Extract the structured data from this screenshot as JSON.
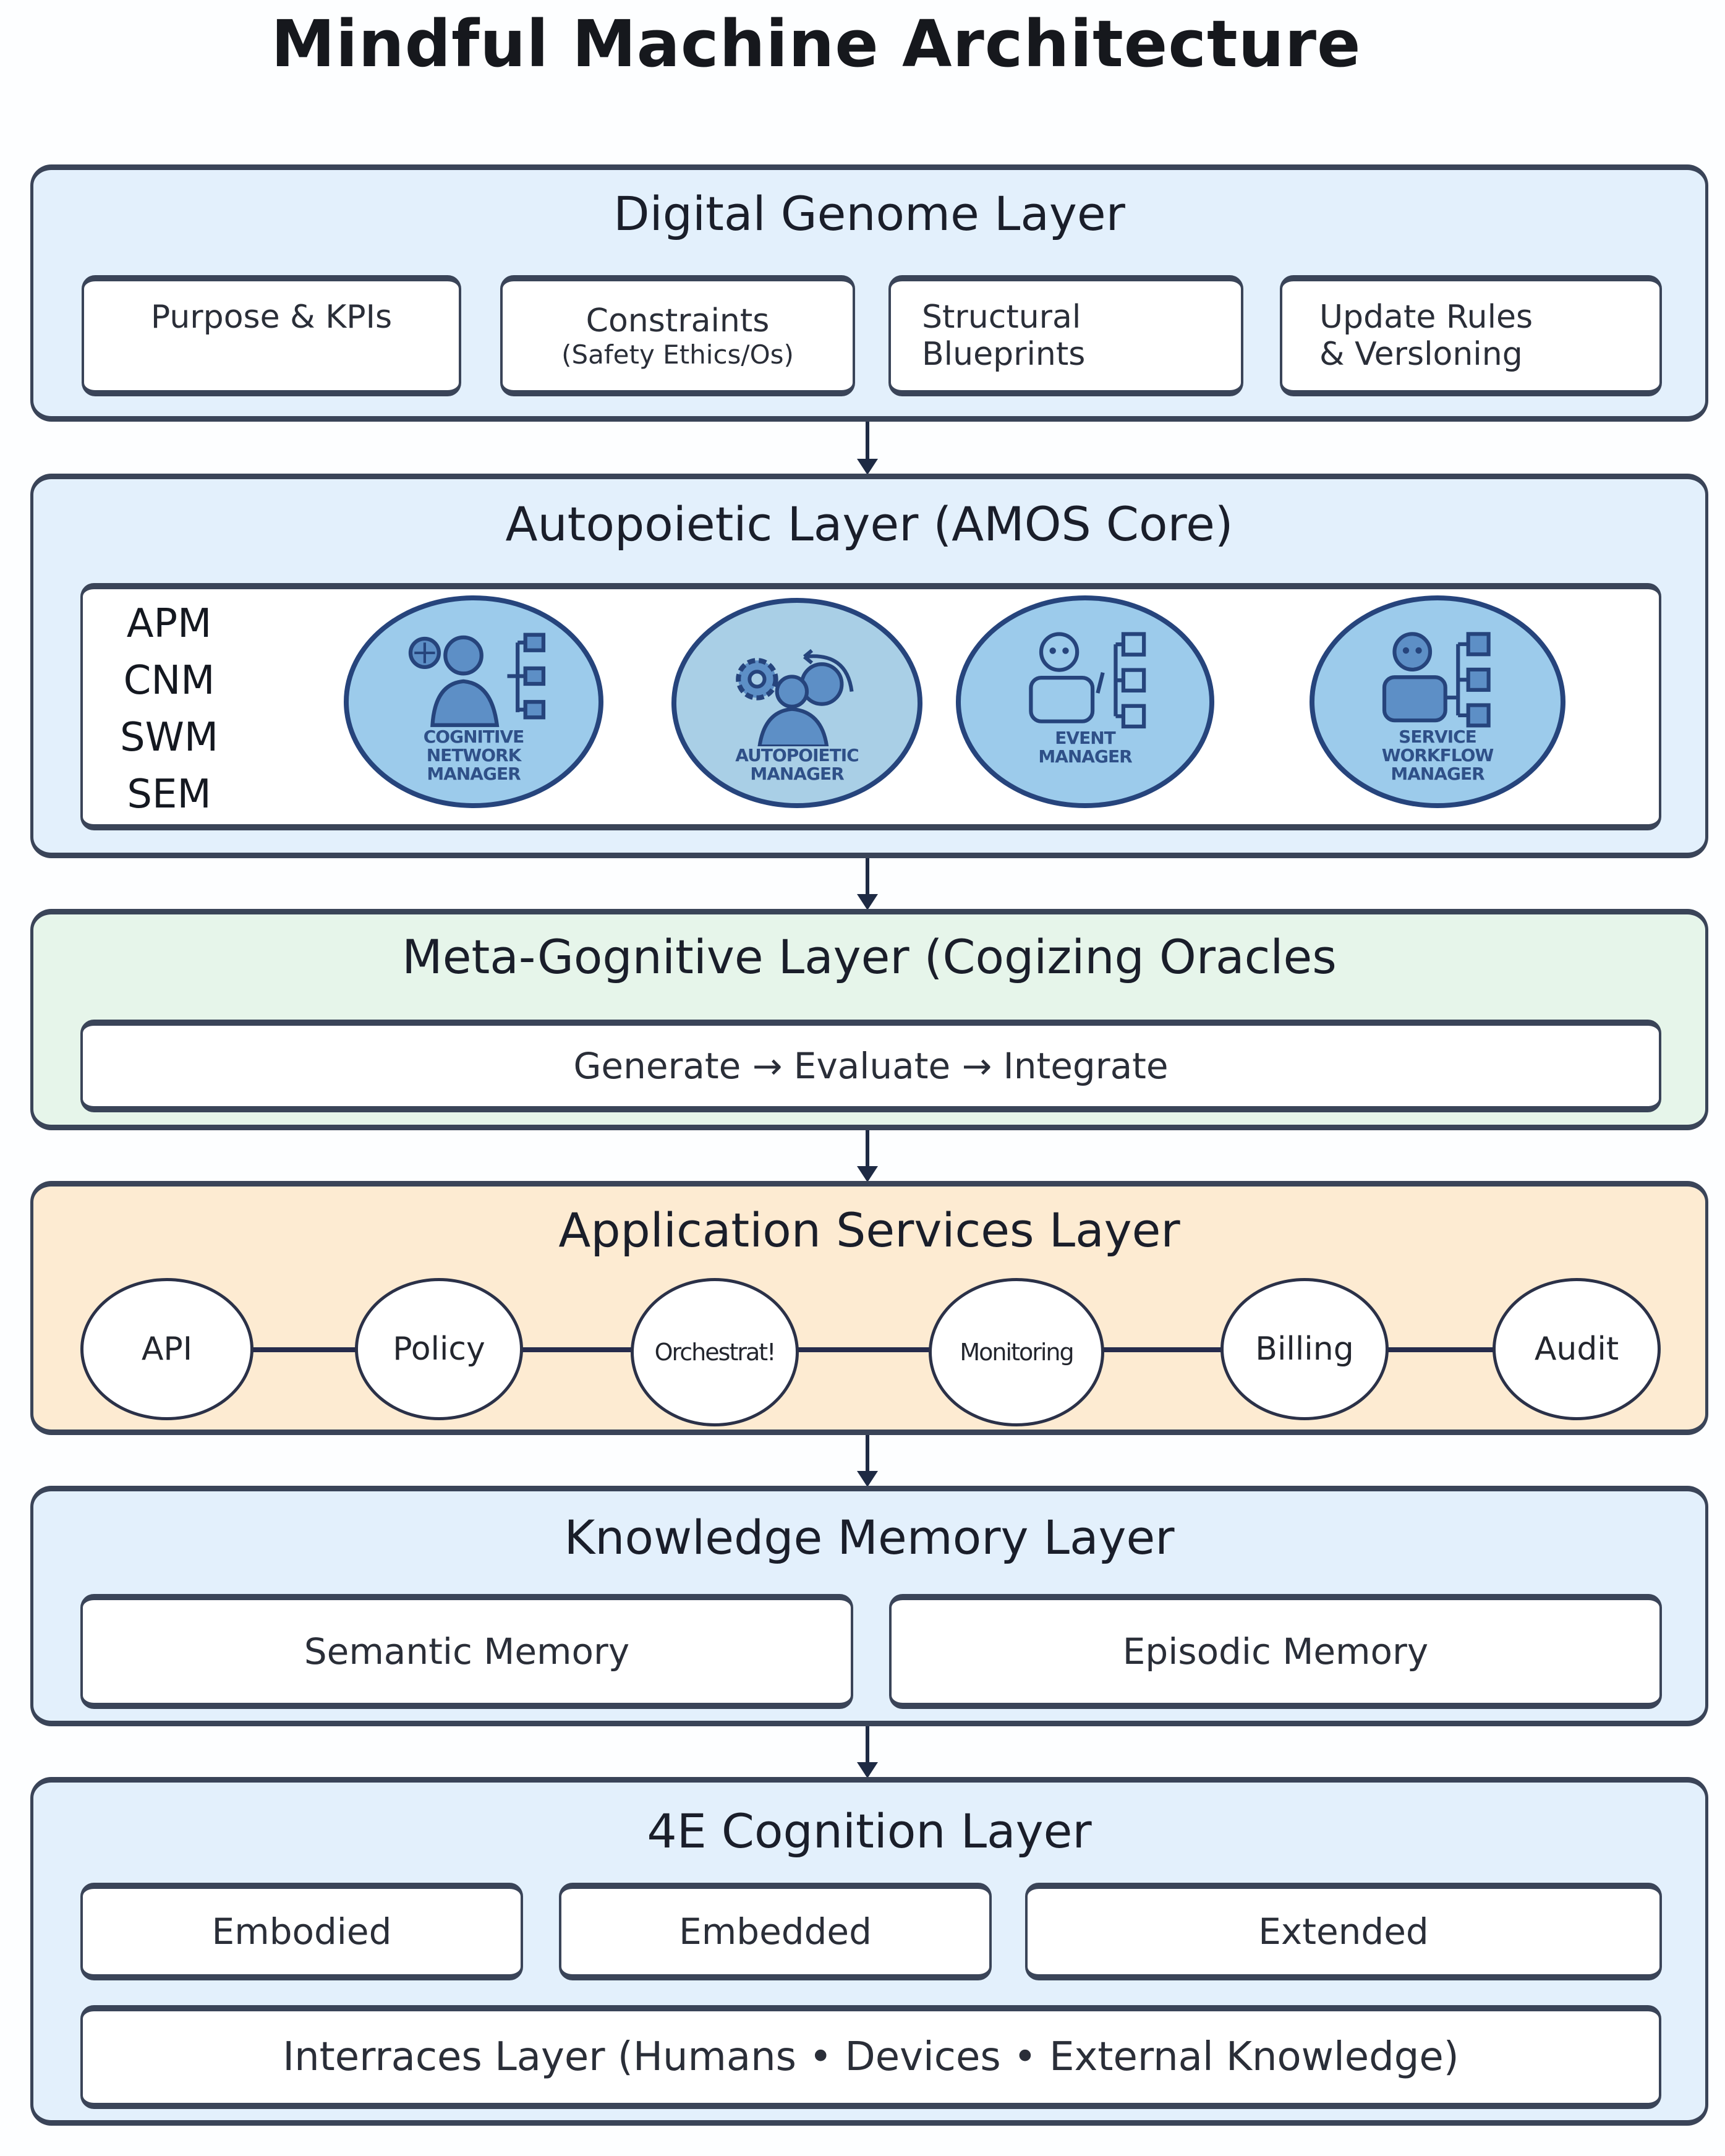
{
  "title": "Mindful Machine Architecture",
  "layers": {
    "digital_genome": {
      "title": "Digital Genome Layer",
      "items": [
        {
          "line1": "Purpose & KPIs",
          "line2": ""
        },
        {
          "line1": "Constraints",
          "line2": "(Safety Ethics/Os)"
        },
        {
          "line1": "Structural",
          "line2": "Blueprints"
        },
        {
          "line1": "Update Rules",
          "line2": "& Versloning"
        }
      ]
    },
    "autopoietic": {
      "title": "Autopoietic Layer (AMOS Core)",
      "abbreviations": [
        "APM",
        "CNM",
        "SWM",
        "SEM"
      ],
      "managers": [
        {
          "label_lines": [
            "COGNITIVE",
            "NETWORK",
            "MANAGER"
          ],
          "icon": "person-network-icon"
        },
        {
          "label_lines": [
            "AUTOPOIETIC",
            "MANAGER"
          ],
          "icon": "gear-person-cycle-icon"
        },
        {
          "label_lines": [
            "EVENT",
            "MANAGER"
          ],
          "icon": "robot-hierarchy-icon"
        },
        {
          "label_lines": [
            "SERVICE",
            "WORKFLOW",
            "MANAGER"
          ],
          "icon": "robot-workflow-icon"
        }
      ]
    },
    "meta_cognitive": {
      "title": "Meta-Gognitive Layer (Cogizing Oracles",
      "flow": "Generate → Evaluate → Integrate"
    },
    "application_services": {
      "title": "Application Services Layer",
      "services": [
        "API",
        "Policy",
        "Orchestrat!",
        "Monitoring",
        "Billing",
        "Audit"
      ]
    },
    "knowledge_memory": {
      "title": "Knowledge Memory Layer",
      "items": [
        "Semantic Memory",
        "Episodic Memory"
      ]
    },
    "cognition_4e": {
      "title": "4E Cognition Layer",
      "items": [
        "Embodied",
        "Embedded",
        "Extended"
      ],
      "interfaces": "Interraces Layer (Humans • Devices • External Knowledge)"
    }
  },
  "colors": {
    "layer_blue": "#e3f0fc",
    "layer_green": "#e6f5ea",
    "layer_orange": "#fdebd2",
    "border": "#3a4458",
    "badge_fill": "#9ccbeb",
    "badge_border": "#26447c"
  }
}
